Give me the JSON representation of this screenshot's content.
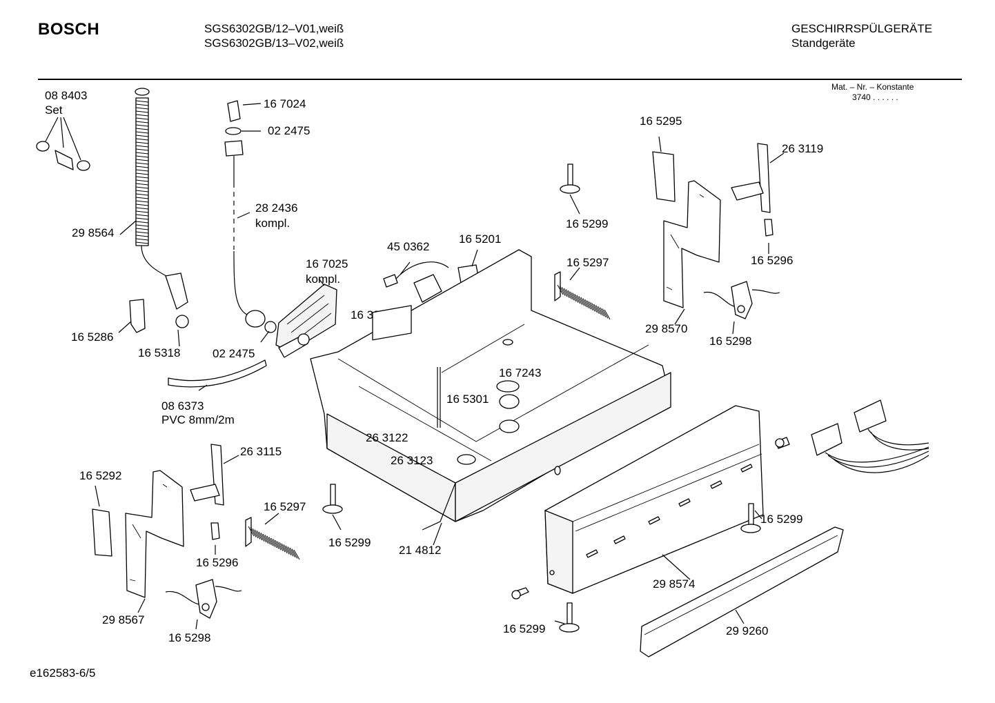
{
  "header": {
    "brand": "BOSCH",
    "model_1": "SGS6302GB/12–V01,weiß",
    "model_2": "SGS6302GB/13–V02,weiß",
    "category": "GESCHIRRSPÜLGERÄTE",
    "subcategory": "Standgeräte"
  },
  "material": {
    "label": "Mat. – Nr. – Konstante",
    "value": "3740  .  .    .  .  .  ."
  },
  "parts": {
    "p088403": "08 8403",
    "p088403_note": "Set",
    "p298564": "29 8564",
    "p165286": "16 5286",
    "p165318": "16 5318",
    "p167024": "16 7024",
    "p022475_top": "02 2475",
    "p282436": "28 2436",
    "p282436_note": "kompl.",
    "p022475_bottom": "02 2475",
    "p086373": "08 6373",
    "p086373_note": "PVC 8mm/2m",
    "p167025": "16 7025",
    "p167025_note": "kompl.",
    "p450362": "45 0362",
    "p165201": "16 5201",
    "p163312": "16 3312",
    "p165299_top": "16 5299",
    "p165297_top": "16 5297",
    "p165295": "16 5295",
    "p263119": "26 3119",
    "p165296_right": "16 5296",
    "p298570": "29 8570",
    "p165298_right": "16 5298",
    "p167243": "16 7243",
    "p165301": "16 5301",
    "p263122": "26 3122",
    "p263123": "26 3123",
    "p263115": "26 3115",
    "p165292": "16 5292",
    "p165297_left": "16 5297",
    "p165296_left": "16 5296",
    "p298567": "29 8567",
    "p165298_left": "16 5298",
    "p165299_mid": "16 5299",
    "p214812": "21 4812",
    "p165299_right": "16 5299",
    "p298574": "29 8574",
    "p165299_bottom": "16 5299",
    "p299260": "29 9260"
  },
  "footer": {
    "code": "e162583-6/5"
  }
}
